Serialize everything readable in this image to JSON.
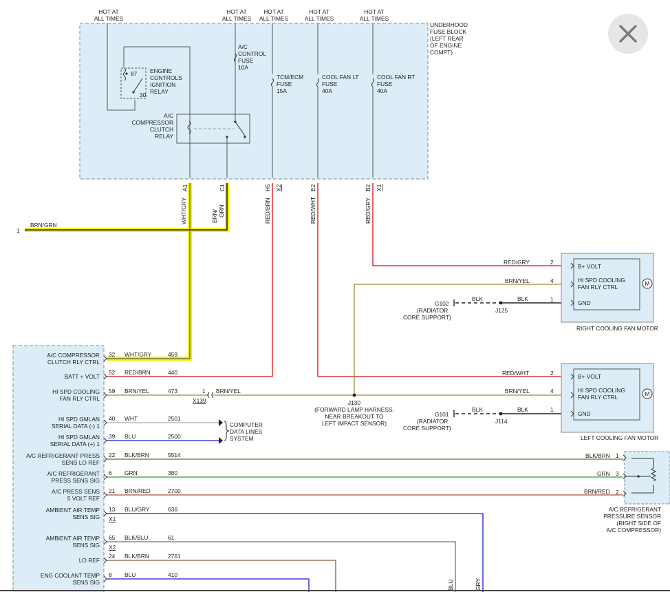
{
  "close_label": "×",
  "hot": {
    "line1": "HOT AT",
    "line2": "ALL TIMES"
  },
  "fuse_block": [
    "UNDERHOOD",
    "FUSE BLOCK",
    "(LEFT REAR",
    "OF ENGINE",
    "COMPT)"
  ],
  "ecm_relay": [
    "ENGINE",
    "CONTROLS",
    "IGNITION",
    "RELAY"
  ],
  "relay_pins": {
    "p87": "87",
    "p30": "30"
  },
  "ac_relay": [
    "A/C",
    "COMPRESSOR",
    "CLUTCH",
    "RELAY"
  ],
  "fuses": [
    {
      "lines": [
        "A/C",
        "CONTROL",
        "FUSE",
        "10A"
      ]
    },
    {
      "lines": [
        "TCM/ECM",
        "FUSE",
        "15A"
      ]
    },
    {
      "lines": [
        "COOL FAN LT",
        "FUSE",
        "40A"
      ]
    },
    {
      "lines": [
        "COOL FAN RT",
        "FUSE",
        "40A"
      ]
    }
  ],
  "pins": {
    "a1": "A1",
    "c1": "C1",
    "h5": "H5",
    "x2": "X2",
    "e2": "E2",
    "b2": "B2",
    "x1": "X1"
  },
  "wires": {
    "brngrn": "BRN/GRN",
    "whtgry": "WHT/GRY",
    "brn_slash": "BRN/",
    "grn": "GRN",
    "redbrn": "RED/BRN",
    "redwht": "RED/WHT",
    "redgry": "RED/GRY",
    "brnyel": "BRN/YEL",
    "blk": "BLK",
    "blkbrn": "BLK/BRN",
    "brnred": "BRN/RED",
    "blu": "BLU",
    "gry": "GRY",
    "wht": "WHT",
    "blugry": "BLU/GRY",
    "blkblu": "BLK/BLU"
  },
  "left_stub_num": "1",
  "rfan": {
    "pin_volt": "B+ VOLT",
    "pin_ctrl": [
      "HI SPD COOLING",
      "FAN RLY CTRL"
    ],
    "pin_gnd": "GND",
    "title": "RIGHT COOLING FAN MOTOR",
    "motor": "M",
    "n2": "2",
    "n4": "4",
    "n1": "1"
  },
  "lfan": {
    "pin_volt": "B+ VOLT",
    "pin_ctrl": [
      "HI SPD COOLING",
      "FAN RLY CTRL"
    ],
    "pin_gnd": "GND",
    "title": "LEFT COOLING FAN MOTOR",
    "motor": "M",
    "n2": "2",
    "n4": "4",
    "n1": "1"
  },
  "g102": {
    "name": "G102",
    "lines": [
      "(RADIATOR",
      "CORE SUPPORT)"
    ],
    "splice": "J125"
  },
  "g101": {
    "name": "G101",
    "lines": [
      "(RADIATOR",
      "CORE SUPPORT)"
    ],
    "splice": "J114"
  },
  "j130": [
    "J130",
    "(FORWARD LAMP HARNESS,",
    "NEAR BREAKOUT TO",
    "LEFT IMPACT SENSOR)"
  ],
  "x139": {
    "num": "1",
    "label": "X139"
  },
  "data_lines": [
    "COMPUTER",
    "DATA LINES",
    "SYSTEM"
  ],
  "sensor": {
    "lines": [
      "A/C REFRIGERANT",
      "PRESSURE SENSOR",
      "(RIGHT SIDE OF",
      "A/C COMPRESSOR)"
    ],
    "n1": "1",
    "n3": "3",
    "n2": "2"
  },
  "ecm_rows": [
    {
      "label": [
        "A/C COMPRESSOR",
        "CLUTCH RLY CTRL"
      ],
      "pin": "32",
      "color": "WHT/GRY",
      "circuit": "459"
    },
    {
      "label": [
        "BATT + VOLT"
      ],
      "pin": "52",
      "color": "RED/BRN",
      "circuit": "440"
    },
    {
      "label": [
        "HI SPD COOLING",
        "FAN RLY CTRL"
      ],
      "pin": "59",
      "color": "BRN/YEL",
      "circuit": "473"
    },
    {
      "label": [
        "HI SPD GMLAN",
        "SERIAL DATA (-) 1"
      ],
      "pin": "40",
      "color": "WHT",
      "circuit": "2501"
    },
    {
      "label": [
        "HI SPD GMLAN",
        "SERIAL DATA (+) 1"
      ],
      "pin": "39",
      "color": "BLU",
      "circuit": "2500"
    },
    {
      "label": [
        "A/C REFRIGERANT PRESS",
        "SENS LO REF"
      ],
      "pin": "22",
      "color": "BLK/BRN",
      "circuit": "5514"
    },
    {
      "label": [
        "A/C REFRIGERANT",
        "PRESS SENS SIG"
      ],
      "pin": "6",
      "color": "GRN",
      "circuit": "380"
    },
    {
      "label": [
        "A/C PRESS SENS",
        "5 VOLT REF"
      ],
      "pin": "21",
      "color": "BRN/RED",
      "circuit": "2700"
    },
    {
      "label": [
        "AMBIENT AIR TEMP",
        "SENS SIG"
      ],
      "pin": "13",
      "color": "BLU/GRY",
      "circuit": "636",
      "conn": "X1"
    },
    {
      "label": [
        "AMBIENT AIR TEMP",
        "SENS SIG"
      ],
      "pin": "65",
      "color": "BLK/BLU",
      "circuit": "61",
      "conn": "X2"
    },
    {
      "label": [
        "LO REF"
      ],
      "pin": "24",
      "color": "BLK/BRN",
      "circuit": "2761"
    },
    {
      "label": [
        "ENG COOLANT TEMP",
        "SENS SIG"
      ],
      "pin": "8",
      "color": "BLU",
      "circuit": "410"
    }
  ],
  "colors": {
    "highlight": "#f5f200",
    "red": "#cc1111",
    "olive": "#9c8a3a",
    "blue": "#1a1acc",
    "green": "#2ea02e",
    "brown": "#7a6038",
    "brnred": "#b0552a",
    "grey": "#aaaaaa",
    "panel": "#dcedf7",
    "close_bg": "#e6e6e6"
  }
}
